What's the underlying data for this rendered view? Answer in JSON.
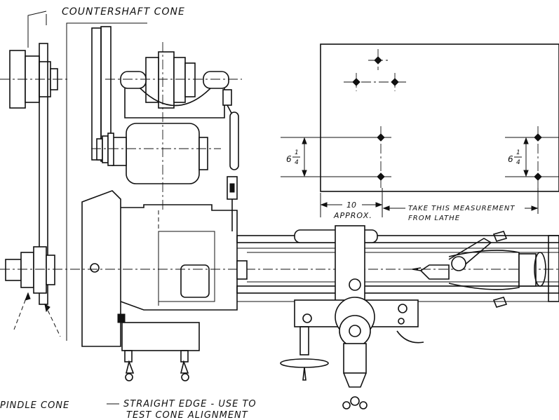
{
  "labels": {
    "countershaft_cone": "COUNTERSHAFT CONE",
    "spindle_cone": "PINDLE CONE",
    "straight_edge_line1": "STRAIGHT EDGE - USE TO",
    "straight_edge_line2": "TEST CONE ALIGNMENT",
    "take_measurement_line1": "TAKE THIS MEASUREMENT",
    "take_measurement_line2": "FROM LATHE"
  },
  "dimensions": {
    "left_vertical_whole": "6",
    "left_vertical_num": "1",
    "left_vertical_den": "4",
    "right_vertical_whole": "6",
    "right_vertical_num": "1",
    "right_vertical_den": "4",
    "horizontal_value": "10",
    "horizontal_note": "APPROX."
  }
}
